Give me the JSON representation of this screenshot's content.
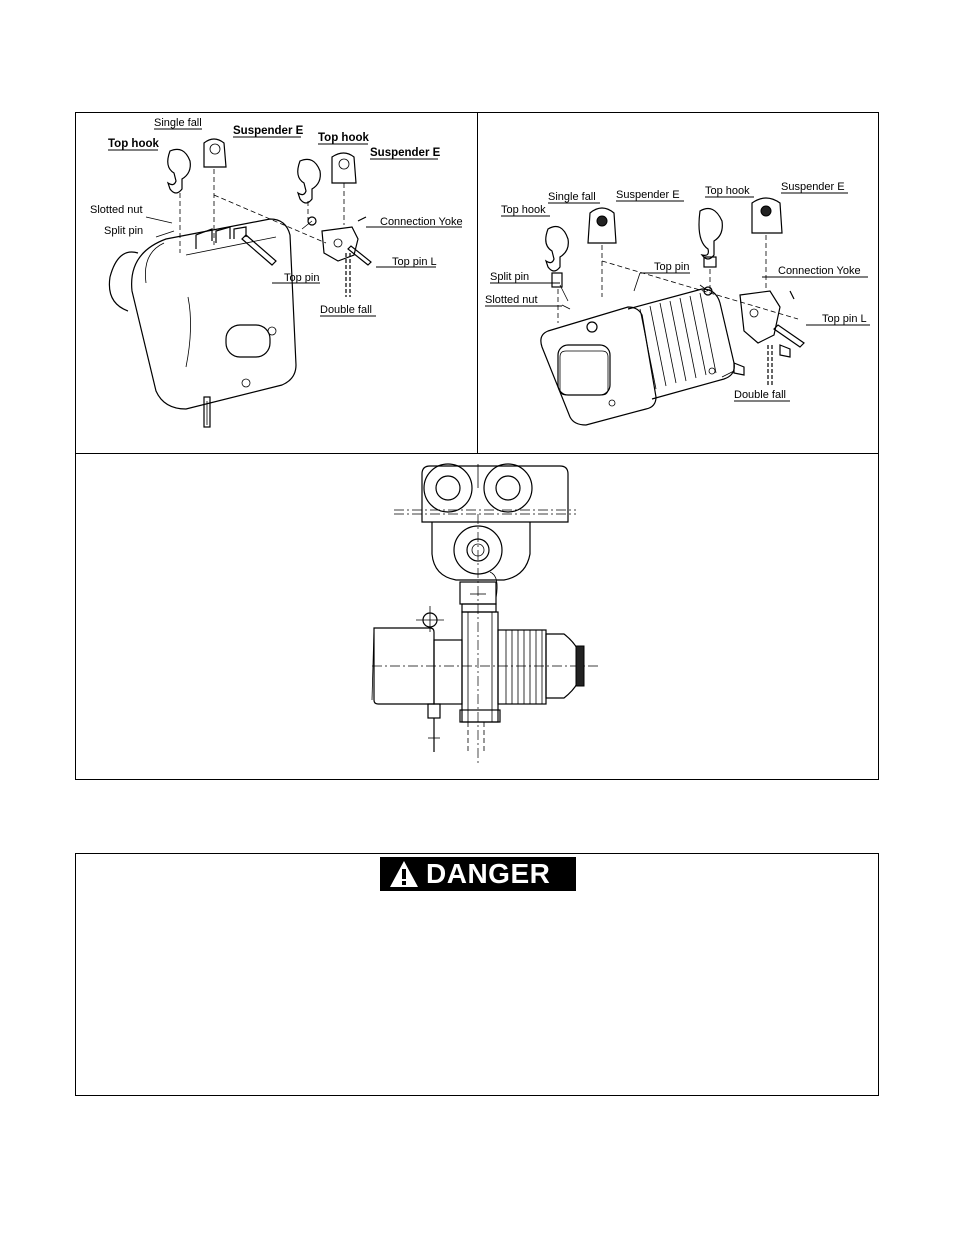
{
  "figure": {
    "panel_a": {
      "labels": {
        "single_fall": "Single fall",
        "top_hook_1": "Top hook",
        "suspender_e_1": "Suspender E",
        "top_hook_2": "Top hook",
        "suspender_e_2": "Suspender E",
        "slotted_nut": "Slotted nut",
        "split_pin": "Split pin",
        "connection_yoke": "Connection Yoke",
        "top_pin_l": "Top pin L",
        "top_pin": "Top pin",
        "double_fall": "Double fall"
      }
    },
    "panel_b": {
      "labels": {
        "single_fall": "Single fall",
        "top_hook_1": "Top hook",
        "suspender_e_1": "Suspender E",
        "top_hook_2": "Top hook",
        "suspender_e_2": "Suspender E",
        "top_pin": "Top pin",
        "connection_yoke": "Connection Yoke",
        "split_pin": "Split pin",
        "slotted_nut": "Slotted nut",
        "top_pin_l": "Top pin L",
        "double_fall": "Double fall"
      }
    }
  },
  "danger": {
    "signal_word": "DANGER",
    "icon": "warning-triangle-icon"
  }
}
